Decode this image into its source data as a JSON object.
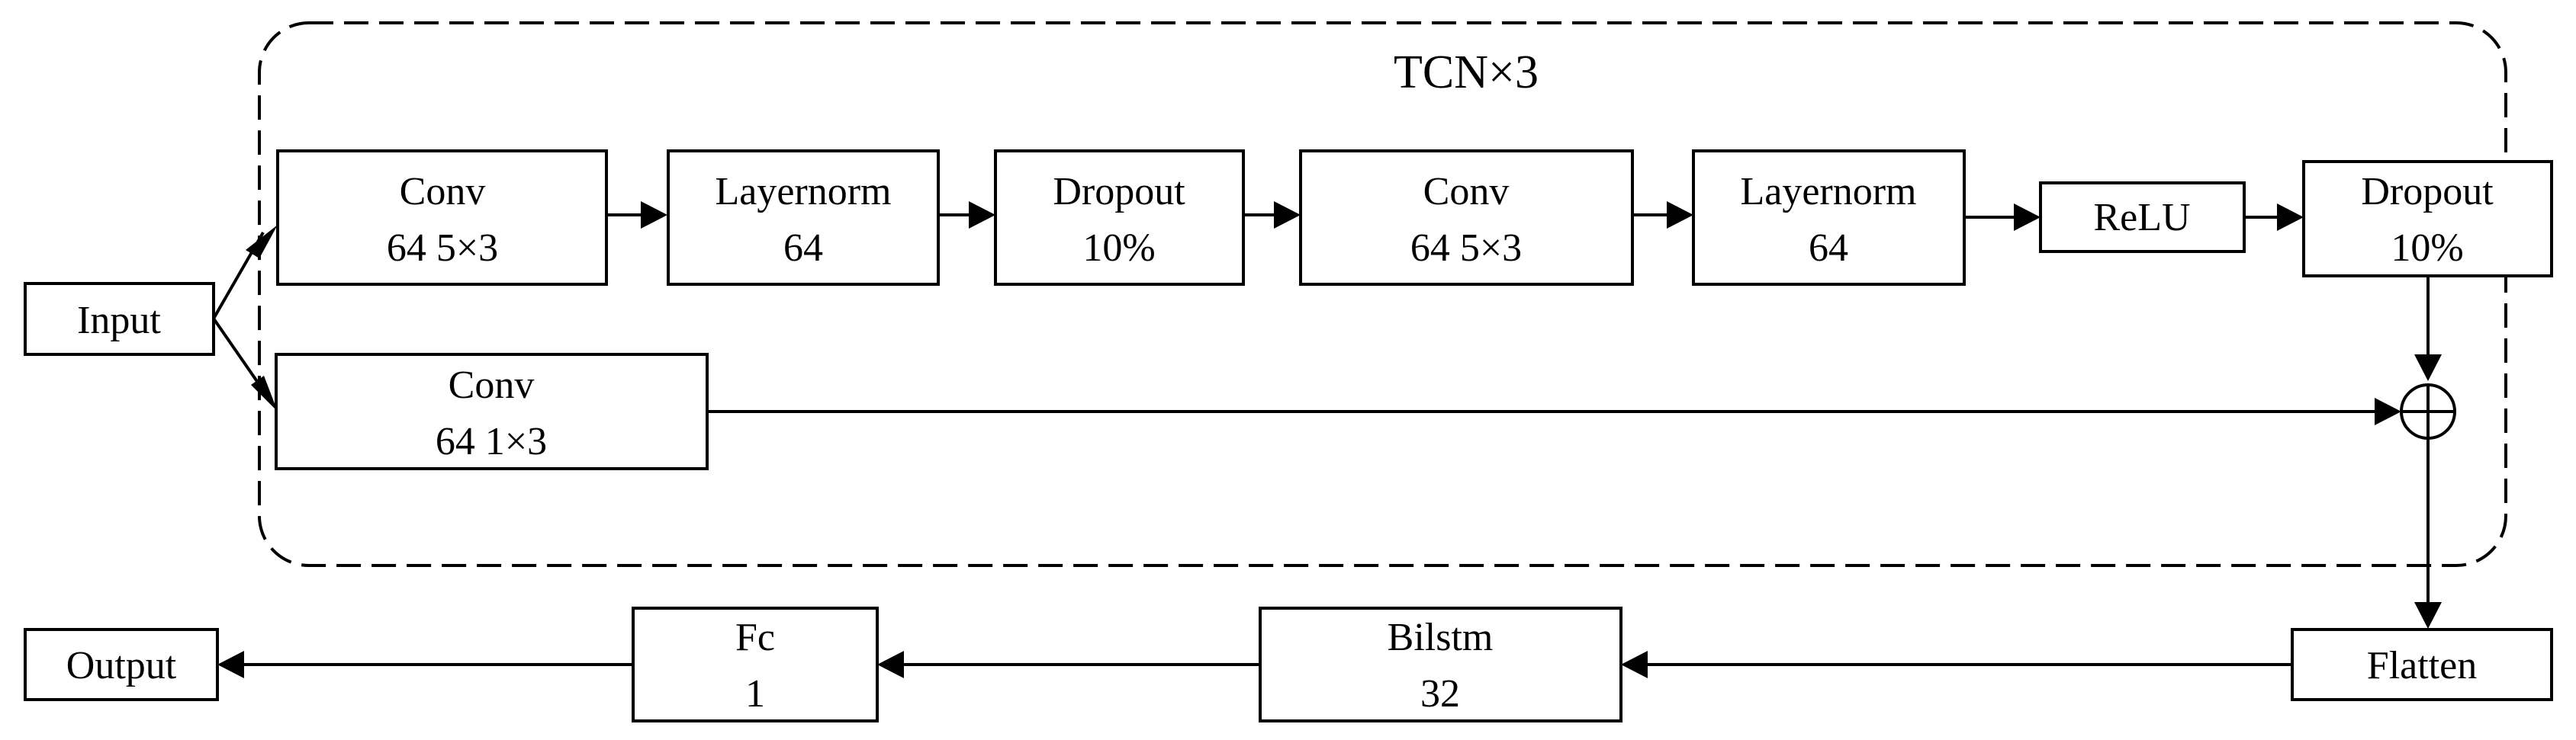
{
  "group": {
    "title": "TCN×3"
  },
  "nodes": {
    "input": {
      "line1": "Input"
    },
    "conv1": {
      "line1": "Conv",
      "line2": "64 5×3"
    },
    "layernorm1": {
      "line1": "Layernorm",
      "line2": "64"
    },
    "dropout1": {
      "line1": "Dropout",
      "line2": "10%"
    },
    "conv2": {
      "line1": "Conv",
      "line2": "64 5×3"
    },
    "layernorm2": {
      "line1": "Layernorm",
      "line2": "64"
    },
    "relu": {
      "line1": "ReLU"
    },
    "dropout2": {
      "line1": "Dropout",
      "line2": "10%"
    },
    "conv_skip": {
      "line1": "Conv",
      "line2": "64 1×3"
    },
    "flatten": {
      "line1": "Flatten"
    },
    "bilstm": {
      "line1": "Bilstm",
      "line2": "32"
    },
    "fc": {
      "line1": "Fc",
      "line2": "1"
    },
    "output": {
      "line1": "Output"
    }
  }
}
